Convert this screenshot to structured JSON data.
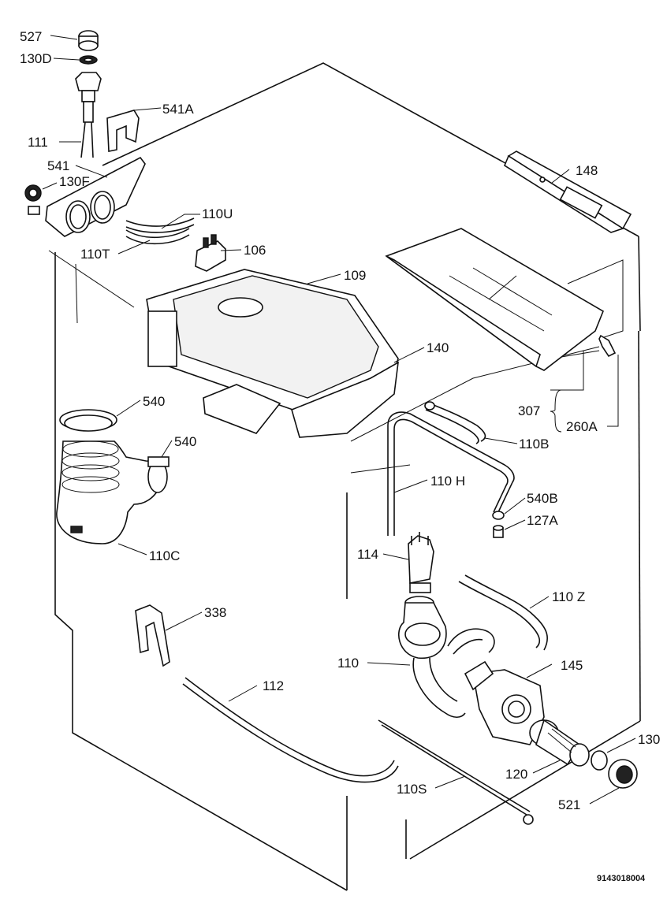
{
  "document_number": "9143018004",
  "callouts": [
    {
      "id": "c527",
      "main": "527",
      "suffix": ""
    },
    {
      "id": "c130d",
      "main": "130",
      "suffix": "D"
    },
    {
      "id": "c541a",
      "main": "541",
      "suffix": "A"
    },
    {
      "id": "c111",
      "main": "111",
      "suffix": ""
    },
    {
      "id": "c541",
      "main": "541",
      "suffix": ""
    },
    {
      "id": "c130f",
      "main": "130",
      "suffix": "F"
    },
    {
      "id": "c110u",
      "main": "110U",
      "suffix": ""
    },
    {
      "id": "c110t",
      "main": "110T",
      "suffix": ""
    },
    {
      "id": "c106",
      "main": "106",
      "suffix": ""
    },
    {
      "id": "c109",
      "main": "109",
      "suffix": ""
    },
    {
      "id": "c148",
      "main": "148",
      "suffix": ""
    },
    {
      "id": "c140",
      "main": "140",
      "suffix": ""
    },
    {
      "id": "c540a",
      "main": "540",
      "suffix": ""
    },
    {
      "id": "c540b",
      "main": "540",
      "suffix": ""
    },
    {
      "id": "c307",
      "main": "307",
      "suffix": ""
    },
    {
      "id": "c260a",
      "main": "260",
      "suffix": "A"
    },
    {
      "id": "c110b",
      "main": "110",
      "suffix": "B"
    },
    {
      "id": "c110h",
      "main": "110 H",
      "suffix": ""
    },
    {
      "id": "c540bb",
      "main": "540",
      "suffix": "B"
    },
    {
      "id": "c127a",
      "main": "127",
      "suffix": "A"
    },
    {
      "id": "c110c",
      "main": "110",
      "suffix": "C"
    },
    {
      "id": "c114",
      "main": "114",
      "suffix": ""
    },
    {
      "id": "c110z",
      "main": "110 Z",
      "suffix": ""
    },
    {
      "id": "c338",
      "main": "338",
      "suffix": ""
    },
    {
      "id": "c110",
      "main": "110",
      "suffix": ""
    },
    {
      "id": "c145",
      "main": "145",
      "suffix": ""
    },
    {
      "id": "c112",
      "main": "112",
      "suffix": ""
    },
    {
      "id": "c130",
      "main": "130",
      "suffix": ""
    },
    {
      "id": "c120",
      "main": "120",
      "suffix": ""
    },
    {
      "id": "c110s",
      "main": "110",
      "suffix": "S"
    },
    {
      "id": "c521",
      "main": "521",
      "suffix": ""
    }
  ]
}
